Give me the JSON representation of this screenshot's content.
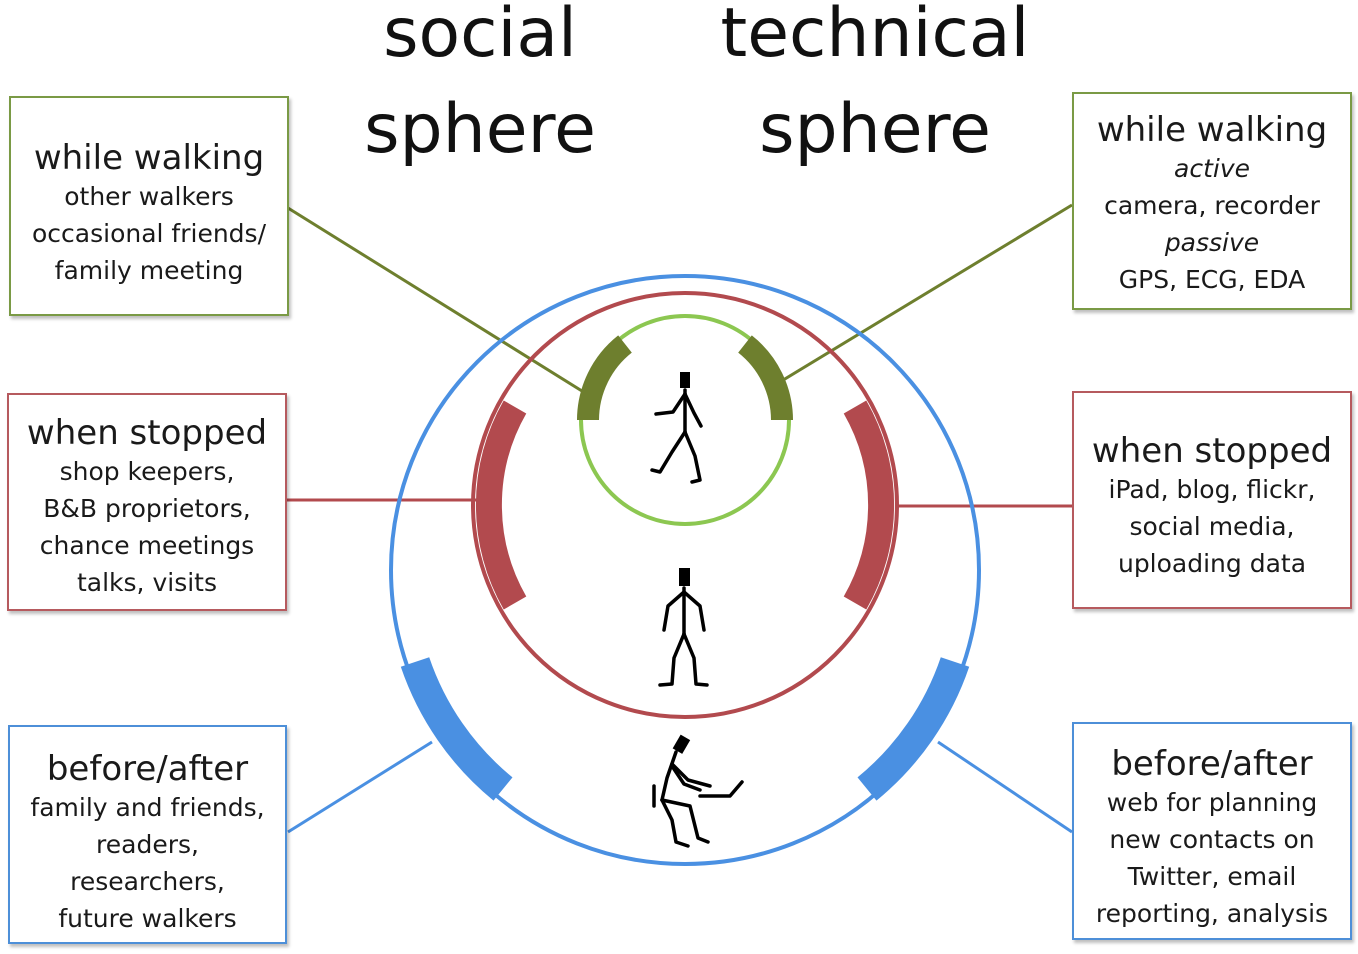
{
  "headings": {
    "social": [
      "social",
      "sphere"
    ],
    "technical": [
      "technical",
      "sphere"
    ]
  },
  "boxes": {
    "social_walking": {
      "title": "while walking",
      "lines": [
        "other walkers",
        "occasional friends/",
        "family meeting"
      ]
    },
    "social_stopped": {
      "title": "when stopped",
      "lines": [
        "shop keepers,",
        "B&B proprietors,",
        "chance meetings",
        "talks, visits"
      ]
    },
    "social_before": {
      "title": "before/after",
      "lines": [
        "family and friends,",
        "readers,",
        "researchers,",
        "future walkers"
      ]
    },
    "tech_walking": {
      "title": "while walking",
      "lines": [
        "active",
        "camera, recorder",
        "passive",
        "GPS, ECG, EDA"
      ]
    },
    "tech_stopped": {
      "title": "when stopped",
      "lines": [
        "iPad, blog, flickr,",
        "social media,",
        "uploading data"
      ]
    },
    "tech_before": {
      "title": "before/after",
      "lines": [
        "web for planning",
        "new contacts on",
        "Twitter, email",
        "reporting, analysis"
      ]
    }
  },
  "colors": {
    "walking": "#6e7f2e",
    "walking_ring": "#8cc751",
    "stopped": "#b24a4e",
    "before_after": "#4a90e2"
  },
  "icons": [
    "walking-figure-icon",
    "standing-figure-icon",
    "seated-figure-laptop-icon"
  ]
}
